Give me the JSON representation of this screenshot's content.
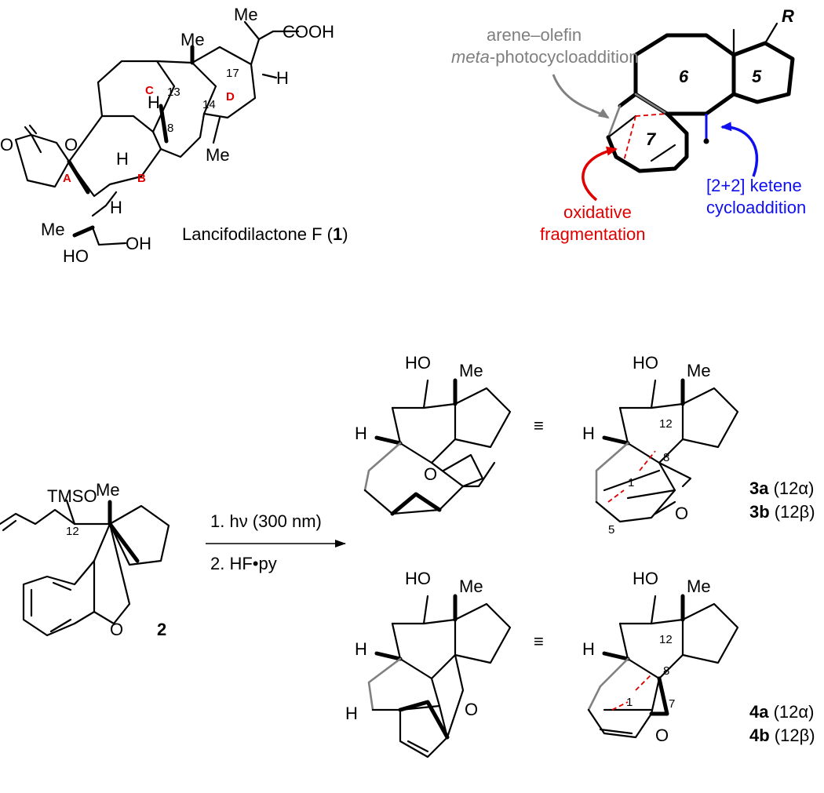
{
  "compound1": {
    "name_prefix": "Lancifodilactone F (",
    "name_number": "1",
    "name_suffix": ")",
    "ring_labels": [
      "A",
      "B",
      "C",
      "D"
    ],
    "atom_numbers": [
      "13",
      "14",
      "17",
      "8"
    ],
    "atoms": {
      "me": "Me",
      "cooh": "COOH",
      "o": "O",
      "h": "H",
      "ho": "HO",
      "oh": "OH"
    }
  },
  "strategy": {
    "ring_labels": [
      "6",
      "5",
      "7"
    ],
    "r_group": "R",
    "annotation_gray_line1": "arene–olefin",
    "annotation_gray_line2_italic": "meta",
    "annotation_gray_line2_rest": "-photocycloaddition",
    "annotation_red_line1": "oxidative",
    "annotation_red_line2": "fragmentation",
    "annotation_blue_line1": "[2+2] ketene",
    "annotation_blue_line2": "cycloaddition"
  },
  "reaction": {
    "substrate_number": "2",
    "substrate_atoms": {
      "tmso": "TMSO",
      "me": "Me",
      "o": "O",
      "c12": "12"
    },
    "step1": "1. hν (300 nm)",
    "step2": "2. HF•py",
    "equivalence": "≡",
    "products": {
      "ho": "HO",
      "me": "Me",
      "h": "H",
      "o": "O",
      "numbers_3": [
        "12",
        "8",
        "1",
        "5"
      ],
      "numbers_4": [
        "12",
        "8",
        "1",
        "7"
      ],
      "label_3a_bold": "3a",
      "label_3a_rest": " (12α)",
      "label_3b_bold": "3b",
      "label_3b_rest": " (12β)",
      "label_4a_bold": "4a",
      "label_4a_rest": " (12α)",
      "label_4b_bold": "4b",
      "label_4b_rest": " (12β)"
    }
  },
  "colors": {
    "red": "#e00000",
    "blue": "#1010ee",
    "gray": "#7f7f7f"
  }
}
